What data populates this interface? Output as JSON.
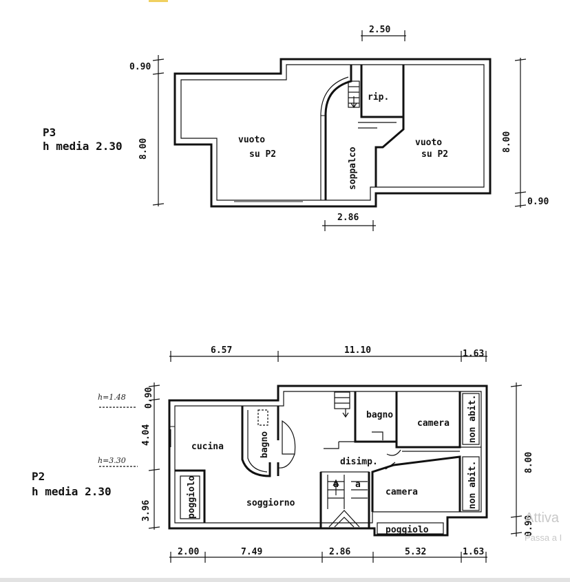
{
  "p3": {
    "level": "P3",
    "height_note": "h media 2.30",
    "dims": {
      "top": "2.50",
      "left_small": "0.90",
      "left": "8.00",
      "right": "8.00",
      "right_small": "0.90",
      "bottom": "2.86"
    },
    "rooms": {
      "void_left_1": "vuoto",
      "void_left_2": "su P2",
      "rip": "rip.",
      "void_right_1": "vuoto",
      "void_right_2": "su P2",
      "soppalco": "soppalco"
    }
  },
  "p2": {
    "level": "P2",
    "height_note": "h media 2.30",
    "dims": {
      "top_1": "6.57",
      "top_2": "11.10",
      "top_3": "1.63",
      "left_1": "0.90",
      "left_2": "4.04",
      "left_3": "3.96",
      "right_1": "8.00",
      "right_2": "0.90",
      "bottom_1": "2.00",
      "bottom_2": "7.49",
      "bottom_3": "2.86",
      "bottom_4": "5.32",
      "bottom_5": "1.63"
    },
    "side_notes": {
      "h1": "h=1.48",
      "h2": "h=3.30"
    },
    "rooms": {
      "cucina": "cucina",
      "bagno_left": "bagno",
      "bagno_right": "bagno",
      "camera_top": "camera",
      "non_abit_top": "non abit.",
      "disimp": "disimp.",
      "soggiorno": "soggiorno",
      "camera_bottom": "camera",
      "non_abit_bottom": "non abit.",
      "poggiolo_left": "poggiolo",
      "poggiolo_bottom": "poggiolo",
      "stair_a1": "a",
      "stair_a2": "a"
    }
  },
  "watermark": {
    "line1": "Attiva",
    "line2": "Passa a I"
  }
}
